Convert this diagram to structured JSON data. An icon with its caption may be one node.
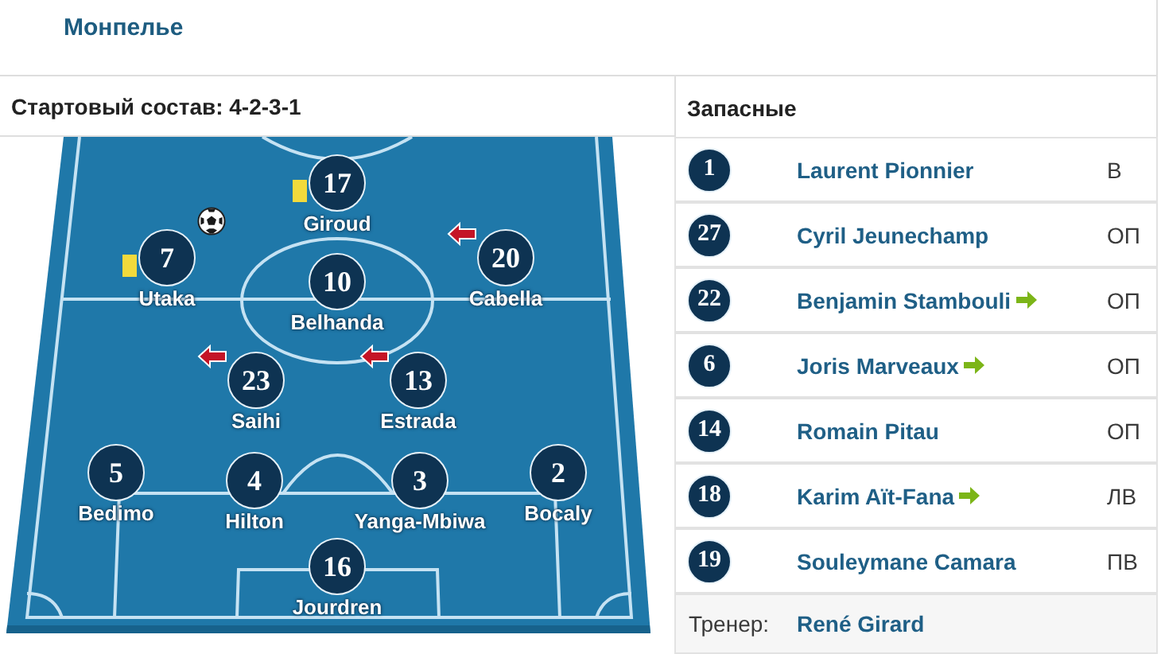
{
  "diagram": {
    "title": "Монпелье",
    "nodes": [
      {
        "text": [
          "17"
        ],
        "beside": [
          "Giroud"
        ]
      },
      {
        "text": [
          "7"
        ],
        "beside": [
          "Utaka"
        ]
      },
      {
        "text": [
          "10"
        ],
        "beside": [
          "Belhanda"
        ]
      },
      {
        "text": [
          "20"
        ],
        "beside": [
          "Cabella"
        ]
      },
      {
        "text": [
          "23"
        ],
        "beside": [
          "Saihi"
        ]
      },
      {
        "text": [
          "13"
        ],
        "beside": [
          "Estrada"
        ]
      },
      {
        "text": [
          "5"
        ],
        "beside": [
          "Bedimo"
        ]
      },
      {
        "text": [
          "4"
        ],
        "beside": [
          "Hilton"
        ]
      },
      {
        "text": [
          "3"
        ],
        "beside": [
          "Yanga-Mbiwa"
        ]
      },
      {
        "text": [
          "2"
        ],
        "beside": [
          "Bocaly"
        ]
      },
      {
        "text": [
          "16"
        ],
        "beside": [
          "Jourdren"
        ]
      },
      {
        "text": [
          "Laurent Pionnier",
          "В"
        ]
      },
      {
        "text": [
          "1"
        ],
        "in": 11
      },
      {
        "text": [
          "Cyril Jeunechamp",
          "ОП"
        ]
      },
      {
        "text": [
          "27"
        ],
        "in": 13
      },
      {
        "text": [
          "Benjamin Stambouli",
          "ОП"
        ]
      },
      {
        "text": [
          "22"
        ],
        "in": 15
      },
      {
        "text": [
          "Joris Marveaux",
          "ОП"
        ]
      },
      {
        "text": [
          "6"
        ],
        "in": 17
      },
      {
        "text": [
          "Romain Pitau",
          "ОП"
        ]
      },
      {
        "text": [
          "14"
        ],
        "in": 19
      },
      {
        "text": [
          "Karim Aït-Fana",
          "ЛВ"
        ]
      },
      {
        "text": [
          "18"
        ],
        "in": 21
      },
      {
        "text": [
          "Souleymane Camara",
          "ПВ"
        ]
      },
      {
        "text": [
          "19"
        ],
        "in": 23
      },
      {
        "text": [
          "Тренер:",
          "René Girard"
        ]
      }
    ],
    "labels": [
      "Стартовый состав: 4-2-3-1",
      "Запасные"
    ]
  }
}
